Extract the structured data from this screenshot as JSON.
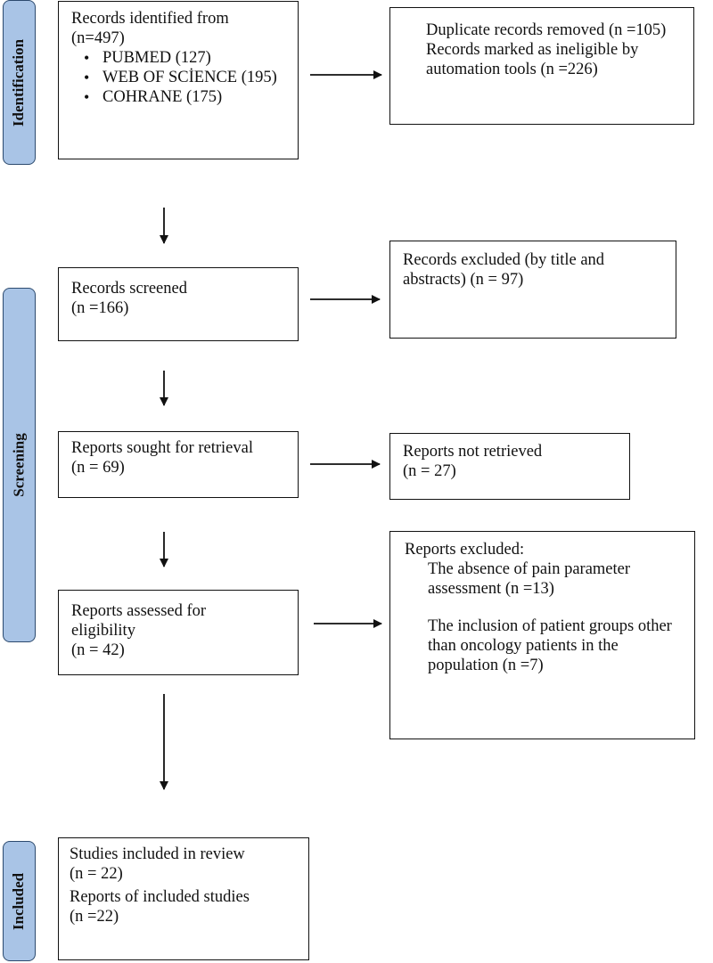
{
  "phases": {
    "identification": "Identification",
    "screening": "Screening",
    "included": "Included"
  },
  "identification": {
    "records_title": "Records identified from",
    "records_count": "(n=497)",
    "sources": [
      {
        "name": "PUBMED (127)"
      },
      {
        "name": "WEB OF SCİENCE (195)"
      },
      {
        "name": "COHRANE (175)"
      }
    ],
    "removed_line1": "Duplicate records removed (n =105)",
    "removed_line2": "Records marked as ineligible by automation tools (n =226)"
  },
  "screening": {
    "screened_title": "Records screened",
    "screened_count": "(n =166)",
    "excluded_text": "Records excluded (by title and abstracts) (n = 97)",
    "sought_title": "Reports sought for retrieval",
    "sought_count": "(n = 69)",
    "not_retrieved_title": "Reports not retrieved",
    "not_retrieved_count": "(n = 27)",
    "assessed_title": "Reports assessed for eligibility",
    "assessed_count": "(n = 42)",
    "reports_excluded_title": "Reports excluded:",
    "reason1": "The absence of pain parameter assessment (n =13)",
    "reason2": "The inclusion of patient groups other than oncology patients in the population (n =7)"
  },
  "included": {
    "studies_title": "Studies included in review",
    "studies_count": "(n = 22)",
    "reports_title": "Reports of included studies",
    "reports_count": "(n =22)"
  }
}
